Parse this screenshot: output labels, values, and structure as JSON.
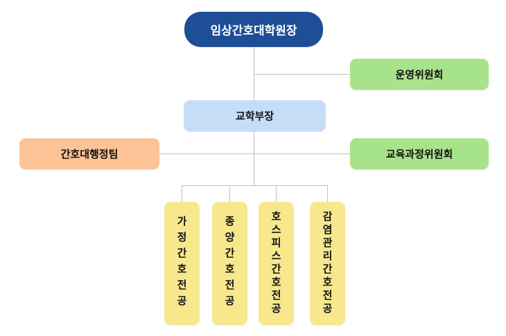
{
  "org_chart": {
    "root": {
      "label": "임상간호대학원장",
      "color": "#1d4e96",
      "text_color": "#ffffff"
    },
    "operating_committee": {
      "label": "운영위원회",
      "color": "#a7e38a"
    },
    "academic_director": {
      "label": "교학부장",
      "color": "#c6ddf7"
    },
    "admin_team": {
      "label": "간호대행정팀",
      "color": "#fcc396"
    },
    "curriculum_committee": {
      "label": "교육과정위원회",
      "color": "#a7e38a"
    },
    "majors": [
      {
        "label": "가정간호전공",
        "color": "#f7e88e"
      },
      {
        "label": "종양간호전공",
        "color": "#f7e88e"
      },
      {
        "label": "호스피스간호전공",
        "color": "#f7e88e"
      },
      {
        "label": "감염관리간호전공",
        "color": "#f7e88e"
      }
    ],
    "connector_color": "#bfbfbf",
    "background_color": "#ffffff"
  }
}
